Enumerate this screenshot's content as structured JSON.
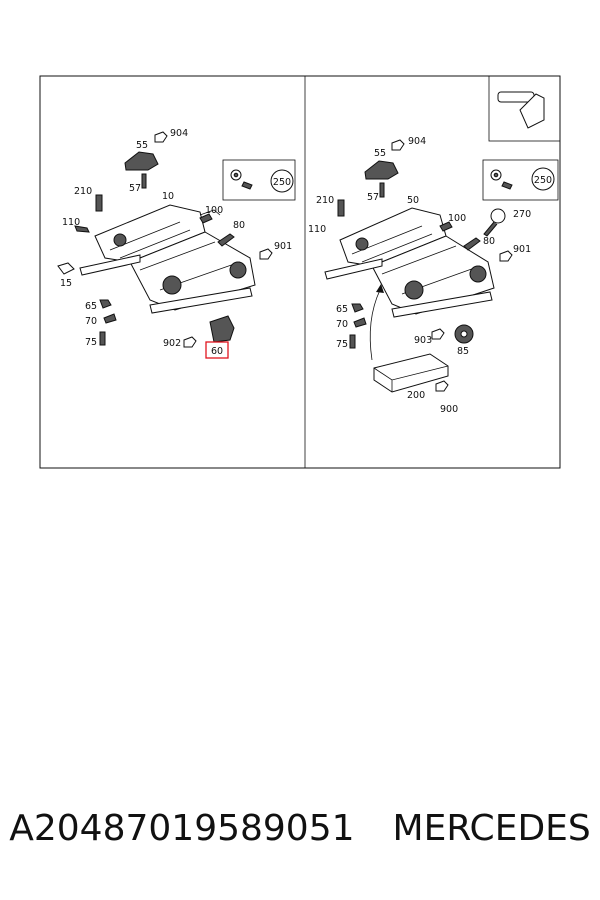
{
  "caption": {
    "part_number": "A2048701958905​1",
    "brand": "MERCEDES"
  },
  "left_panel": {
    "labels": {
      "l904": "904",
      "l55": "55",
      "l57": "57",
      "l10": "10",
      "l210": "210",
      "l100": "100",
      "l110": "110",
      "l80": "80",
      "l901": "901",
      "l15": "15",
      "l65": "65",
      "l70": "70",
      "l75": "75",
      "l902": "902",
      "l60": "60",
      "l250": "250"
    },
    "highlight_color": "#e0141e"
  },
  "right_panel": {
    "labels": {
      "l904": "904",
      "l55": "55",
      "l57": "57",
      "l50": "50",
      "l210": "210",
      "l100": "100",
      "l270": "270",
      "l110": "110",
      "l80": "80",
      "l901": "901",
      "l65": "65",
      "l70": "70",
      "l75": "75",
      "l903": "903",
      "l85": "85",
      "l200": "200",
      "l900": "900",
      "l250": "250"
    }
  }
}
